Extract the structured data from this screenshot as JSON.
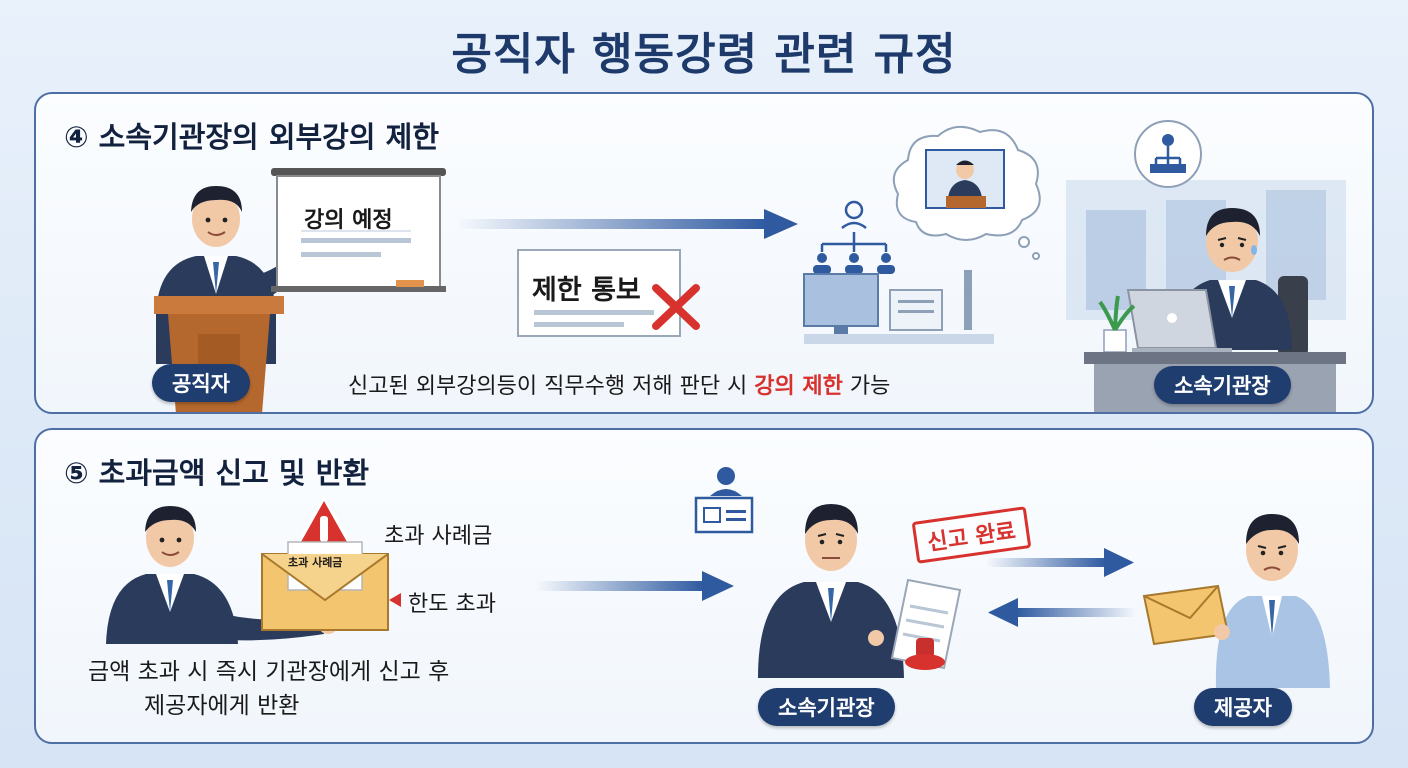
{
  "title": "공직자 행동강령 관련 규정",
  "section4": {
    "heading": "④ 소속기관장의 외부강의 제한",
    "board_text": "강의 예정",
    "notice_text": "제한 통보",
    "desc_before": "신고된 외부강의등이 직무수행 저해 판단 시 ",
    "desc_highlight": "강의 제한",
    "desc_after": " 가능",
    "left_label": "공직자",
    "right_label": "소속기관장"
  },
  "section5": {
    "heading": "⑤ 초과금액 신고 및 반환",
    "envelope_label": "초과 사례금",
    "tag_excess_fee": "초과 사례금",
    "tag_limit_over": "한도 초과",
    "desc_line1": "금액 초과 시 즉시 기관장에게 신고 후",
    "desc_line2": "제공자에게 반환",
    "stamp_text": "신고 완료",
    "center_label": "소속기관장",
    "right_label": "제공자"
  },
  "colors": {
    "title": "#1d3a6b",
    "panel_border": "#4d6fa3",
    "pill": "#1f3d6e",
    "highlight": "#d8322e",
    "arrow": "#2f5aa0",
    "suit": "#2b3b5c"
  },
  "icons": [
    "person-presenter-icon",
    "whiteboard-icon",
    "notice-card-icon",
    "cross-mark-icon",
    "org-chart-icon",
    "thought-cloud-icon",
    "computer-desk-icon",
    "person-worried-icon",
    "laptop-icon",
    "plant-icon",
    "warning-triangle-icon",
    "envelope-icon",
    "stamp-icon",
    "person-giving-icon"
  ]
}
